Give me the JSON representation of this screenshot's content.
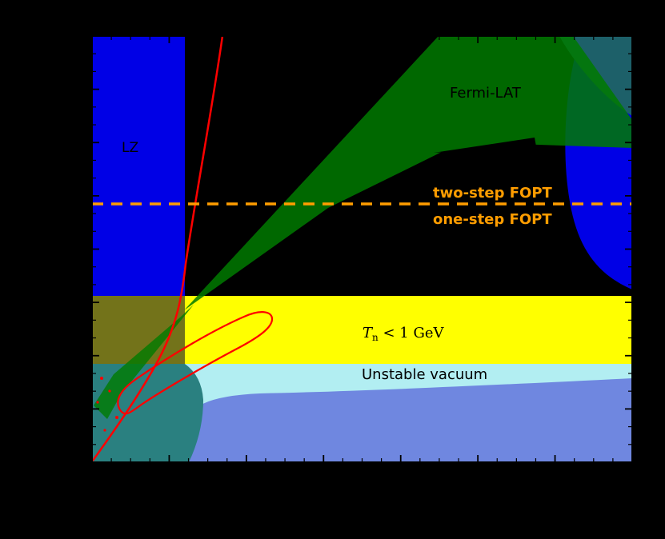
{
  "figure": {
    "labels": {
      "lz": "LZ",
      "fermi": "Fermi-LAT",
      "two_step": "two-step FOPT",
      "one_step": "one-step FOPT",
      "tn": {
        "t": "T",
        "sub": "n",
        "rest": " < 1 GeV"
      },
      "unstable": "Unstable vacuum"
    },
    "colors": {
      "background": "#000000",
      "lz_blue": "#0000e6",
      "right_blue": "#0000e6",
      "green": "#007a00",
      "teal_topright": "#1d6069",
      "yellow": "#ffff00",
      "olive": "#73731a",
      "teal_left": "#2a8080",
      "cyan_band": "#b2eef2",
      "bottom_blue": "#6f87e0",
      "orange": "#ff9d00",
      "red": "#ff0000",
      "black": "#000000",
      "label_text": "#000000"
    }
  },
  "chart_data": {
    "type": "area",
    "title": "",
    "xlabel": "",
    "ylabel": "",
    "grid": false,
    "legend": "none",
    "regions": [
      {
        "label": "LZ",
        "color": "blue",
        "position": "left vertical exclusion band"
      },
      {
        "label": "Fermi-LAT",
        "color": "dark green",
        "position": "diagonal wedge from lower-left to upper-right"
      },
      {
        "label": "Tn < 1 GeV",
        "color": "yellow",
        "position": "horizontal band lower third"
      },
      {
        "label": "Unstable vacuum",
        "color": "light cyan",
        "position": "horizontal band below yellow band"
      },
      {
        "label": "",
        "color": "cornflower blue",
        "position": "bottom band"
      },
      {
        "label": "",
        "color": "dark teal",
        "position": "top-right corner"
      },
      {
        "label": "",
        "color": "blue",
        "position": "right-side blob"
      },
      {
        "label": "",
        "color": "teal",
        "position": "bottom-left region"
      },
      {
        "label": "",
        "color": "olive",
        "position": "overlap of LZ band with yellow band"
      }
    ],
    "lines": [
      {
        "style": "dashed",
        "color": "orange",
        "orientation": "horizontal",
        "label_above": "two-step FOPT",
        "label_below": "one-step FOPT"
      },
      {
        "style": "solid",
        "color": "red",
        "shape": "exclusion curve from top edge sweeping to bottom-left corner"
      },
      {
        "style": "solid",
        "color": "red",
        "shape": "closed elongated contour (banana) in lower-left yellow/cyan region"
      }
    ]
  }
}
